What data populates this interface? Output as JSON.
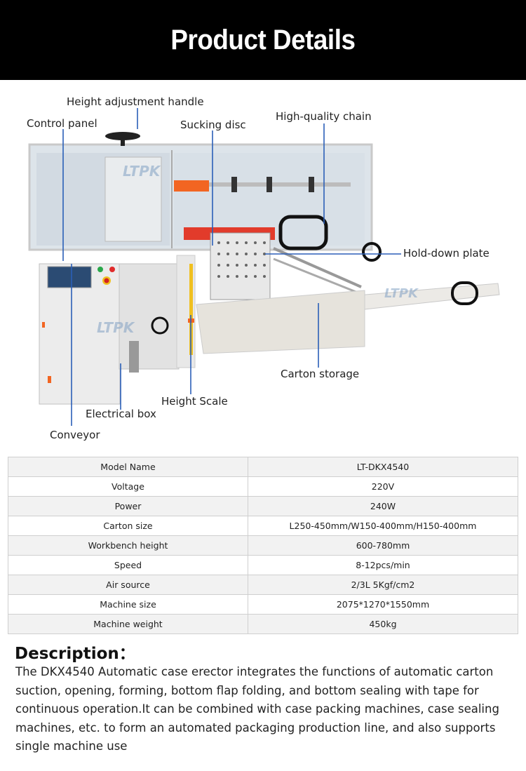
{
  "header": {
    "title": "Product Details"
  },
  "figure": {
    "watermark": "LTPK",
    "callouts": {
      "height_adjustment_handle": "Height adjustment handle",
      "control_panel": "Control panel",
      "sucking_disc": "Sucking disc",
      "high_quality_chain": "High-quality chain",
      "hold_down_plate": "Hold-down plate",
      "carton_storage": "Carton storage",
      "height_scale": "Height Scale",
      "electrical_box": "Electrical box",
      "conveyor": "Conveyor"
    }
  },
  "specs": [
    {
      "label": "Model Name",
      "value": "LT-DKX4540"
    },
    {
      "label": "Voltage",
      "value": "220V"
    },
    {
      "label": "Power",
      "value": "240W"
    },
    {
      "label": "Carton size",
      "value": "L250-450mm/W150-400mm/H150-400mm"
    },
    {
      "label": "Workbench height",
      "value": "600-780mm"
    },
    {
      "label": "Speed",
      "value": "8-12pcs/min"
    },
    {
      "label": "Air source",
      "value": "2/3L 5Kgf/cm2"
    },
    {
      "label": "Machine size",
      "value": "2075*1270*1550mm"
    },
    {
      "label": "Machine weight",
      "value": "450kg"
    }
  ],
  "description": {
    "title": "Description：",
    "body": "The DKX4540 Automatic case erector integrates the functions of automatic carton suction, opening, forming, bottom flap folding, and bottom sealing with tape for continuous operation.It can be combined with case packing machines, case sealing machines, etc. to form an automated packaging production line, and also supports single machine use"
  }
}
